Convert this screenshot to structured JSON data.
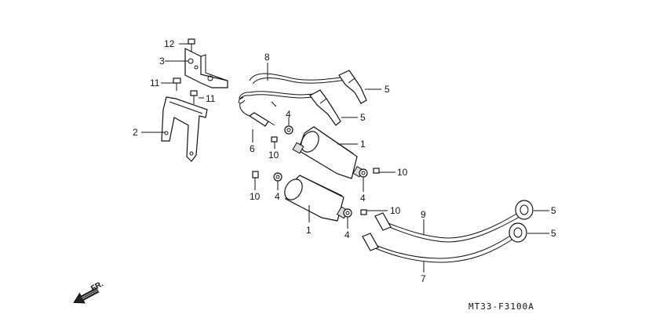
{
  "diagram_code": "MT33-F3100A",
  "direction_label": "FR.",
  "callouts": [
    {
      "id": "c12",
      "label": "12"
    },
    {
      "id": "c3",
      "label": "3"
    },
    {
      "id": "c11a",
      "label": "11"
    },
    {
      "id": "c11b",
      "label": "11"
    },
    {
      "id": "c2",
      "label": "2"
    },
    {
      "id": "c8",
      "label": "8"
    },
    {
      "id": "c5a",
      "label": "5"
    },
    {
      "id": "c5b",
      "label": "5"
    },
    {
      "id": "c4a",
      "label": "4"
    },
    {
      "id": "c6",
      "label": "6"
    },
    {
      "id": "c1a",
      "label": "1"
    },
    {
      "id": "c10a",
      "label": "10"
    },
    {
      "id": "c10b",
      "label": "10"
    },
    {
      "id": "c10c",
      "label": "10"
    },
    {
      "id": "c4b",
      "label": "4"
    },
    {
      "id": "c4c",
      "label": "4"
    },
    {
      "id": "c10d",
      "label": "10"
    },
    {
      "id": "c4d",
      "label": "4"
    },
    {
      "id": "c1b",
      "label": "1"
    },
    {
      "id": "c9",
      "label": "9"
    },
    {
      "id": "c5c",
      "label": "5"
    },
    {
      "id": "c5d",
      "label": "5"
    },
    {
      "id": "c7",
      "label": "7"
    }
  ]
}
